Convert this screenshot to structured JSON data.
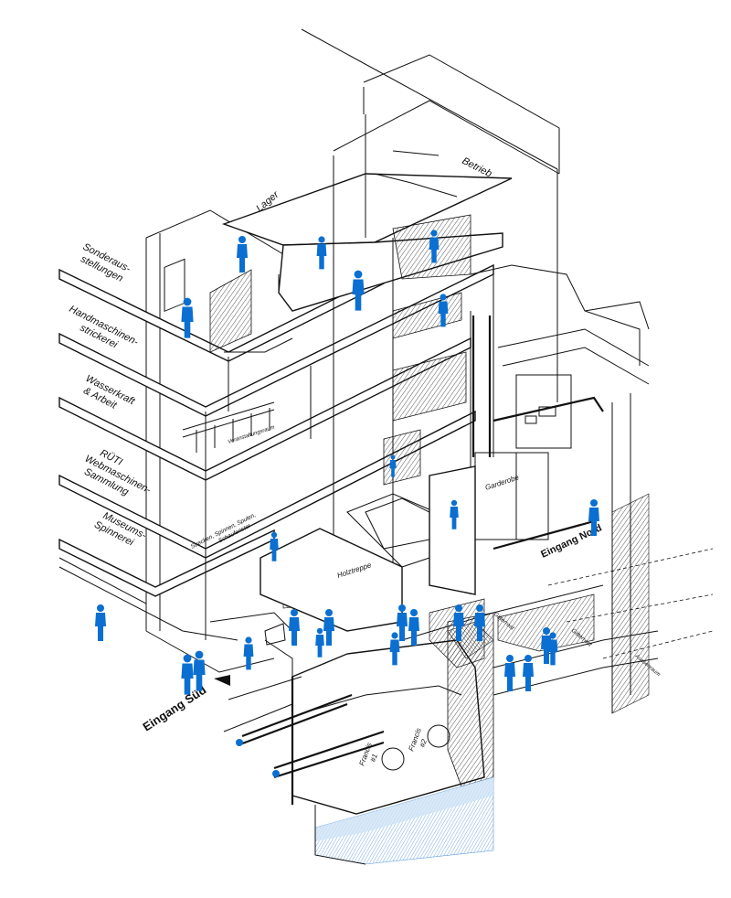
{
  "floors": [
    {
      "label_lines": [
        "Sonderaus-",
        "stellungen"
      ]
    },
    {
      "label_lines": [
        "Handmaschinen-",
        "strickerei"
      ]
    },
    {
      "label_lines": [
        "Wasserkraft",
        "& Arbeit"
      ]
    },
    {
      "label_lines": [
        "RÜTI",
        "Webmaschinen-",
        "Sammlung"
      ]
    },
    {
      "label_lines": [
        "Museums-",
        "Spinnerei"
      ]
    }
  ],
  "rooms": {
    "lager": "Lager",
    "betrieb": "Betrieb",
    "garderobe": "Garderobe",
    "holztreppe": "Holztreppe",
    "veranstaltung": "Veranstaltungsraum",
    "exhibit_lines": [
      "Strecken, Spinnen, Spulen,",
      "Schaufenster"
    ],
    "gitterrost_1": "Gitterrost",
    "gitterrost_2": "Gitterrost",
    "aussenraum": "Aussenraum",
    "francis_1_lines": [
      "Francis",
      "#1"
    ],
    "francis_2_lines": [
      "Francis",
      "#2"
    ]
  },
  "entrances": {
    "south": "Eingang Süd",
    "north": "Eingang Nord"
  },
  "colors": {
    "line": "#111111",
    "people": "#0a6fd1",
    "water": "#7fb6e6",
    "water_light": "#cfe3f6"
  }
}
